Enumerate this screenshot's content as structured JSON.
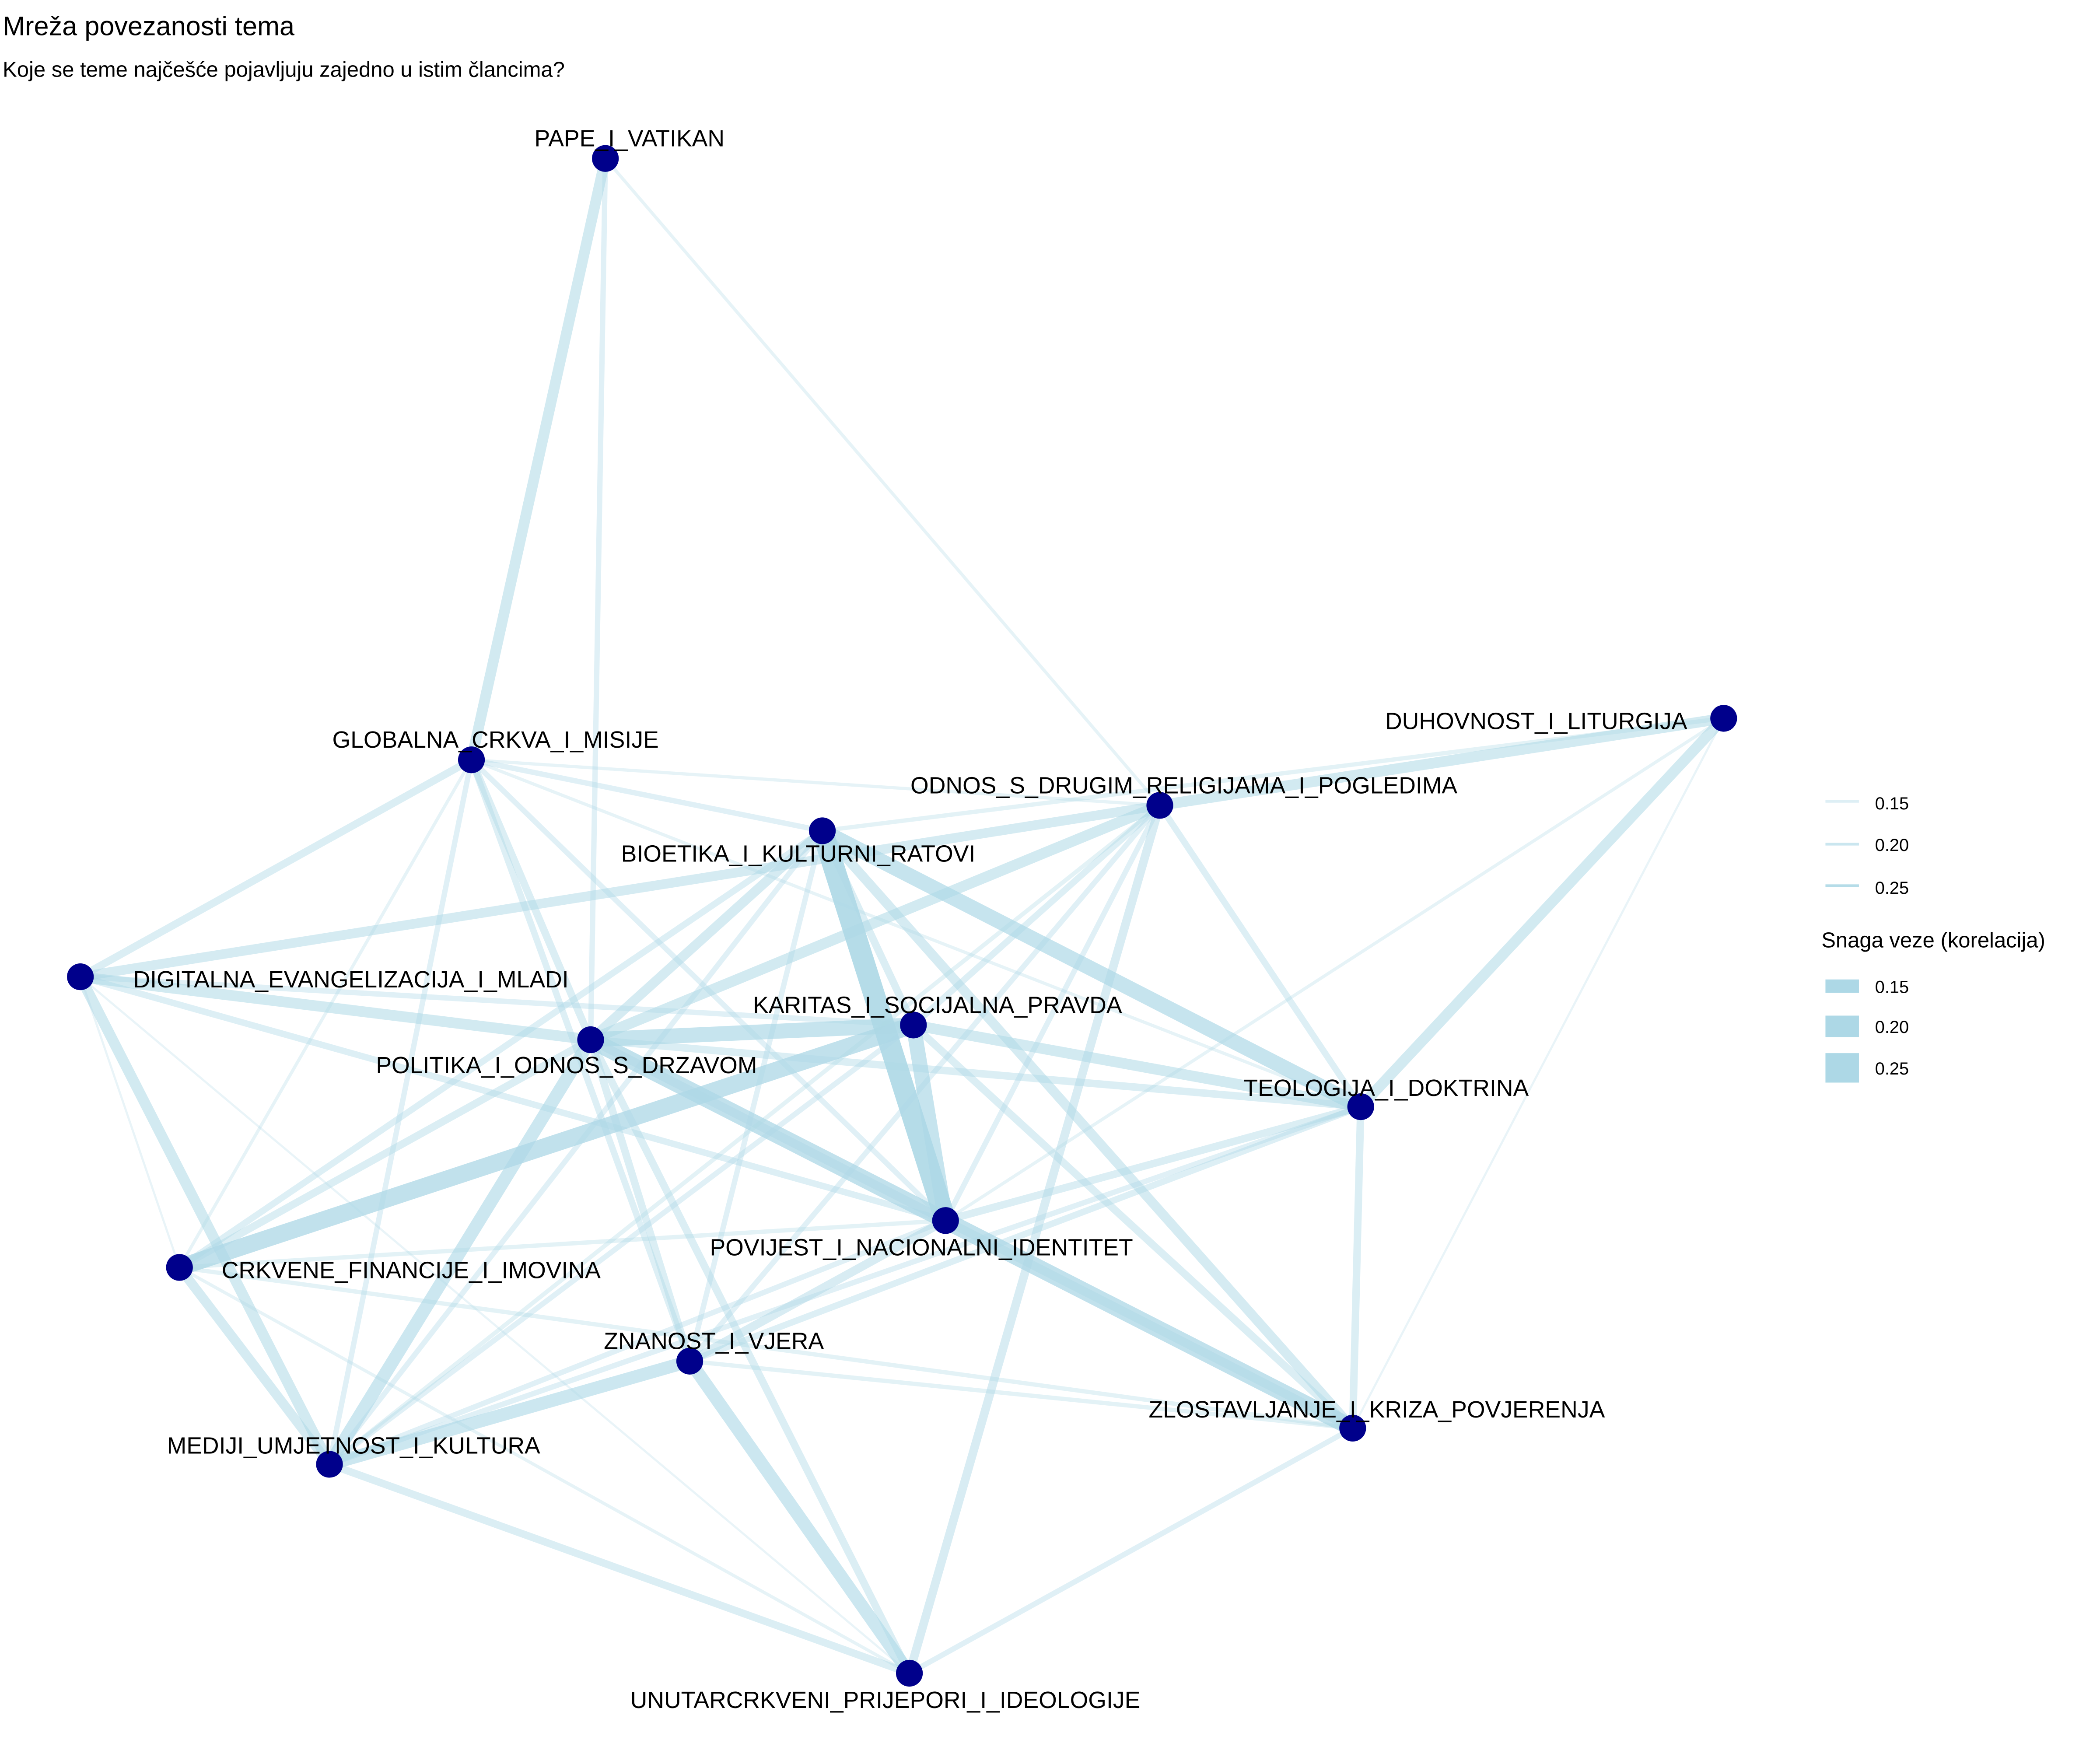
{
  "chart_data": {
    "type": "network",
    "title": "Mreža povezanosti tema",
    "subtitle": "Koje se teme najčešće pojavljuju zajedno u istim člancima?",
    "edge_color": "#ADD8E6",
    "node_color": "#00008B",
    "legend": {
      "title": "Snaga veze (korelacija)",
      "alpha_keys": [
        "0.15",
        "0.20",
        "0.25"
      ],
      "width_keys": [
        "0.15",
        "0.20",
        "0.25"
      ],
      "placement": "right"
    },
    "nodes": [
      "PAPE_I_VATIKAN",
      "GLOBALNA_CRKVA_I_MISIJE",
      "DIGITALNA_EVANGELIZACIJA_I_MLADI",
      "CRKVENE_FINANCIJE_I_IMOVINA",
      "MEDIJI_UMJETNOST_I_KULTURA",
      "ZNANOST_I_VJERA",
      "UNUTARCRKVENI_PRIJEPORI_I_IDEOLOGIJE",
      "POLITIKA_I_ODNOS_S_DRZAVOM",
      "BIOETIKA_I_KULTURNI_RATOVI",
      "KARITAS_I_SOCIJALNA_PRAVDA",
      "POVIJEST_I_NACIONALNI_IDENTITET",
      "ODNOS_S_DRUGIM_RELIGIJAMA_I_POGLEDIMA",
      "DUHOVNOST_I_LITURGIJA",
      "TEOLOGIJA_I_DOKTRINA",
      "ZLOSTAVLJANJE_I_KRIZA_POVJERENJA"
    ],
    "edges": [
      [
        0,
        1,
        0.2
      ],
      [
        0,
        7,
        0.15
      ],
      [
        0,
        11,
        0.13
      ],
      [
        1,
        2,
        0.17
      ],
      [
        1,
        7,
        0.17
      ],
      [
        1,
        5,
        0.16
      ],
      [
        1,
        4,
        0.15
      ],
      [
        1,
        11,
        0.13
      ],
      [
        1,
        8,
        0.15
      ],
      [
        1,
        10,
        0.15
      ],
      [
        1,
        13,
        0.13
      ],
      [
        1,
        3,
        0.13
      ],
      [
        2,
        11,
        0.19
      ],
      [
        2,
        7,
        0.2
      ],
      [
        2,
        4,
        0.2
      ],
      [
        2,
        10,
        0.16
      ],
      [
        2,
        3,
        0.12
      ],
      [
        2,
        9,
        0.15
      ],
      [
        2,
        6,
        0.12
      ],
      [
        7,
        9,
        0.24
      ],
      [
        7,
        10,
        0.26
      ],
      [
        7,
        8,
        0.19
      ],
      [
        7,
        11,
        0.2
      ],
      [
        7,
        4,
        0.22
      ],
      [
        7,
        3,
        0.17
      ],
      [
        7,
        5,
        0.17
      ],
      [
        7,
        6,
        0.17
      ],
      [
        7,
        13,
        0.17
      ],
      [
        7,
        14,
        0.18
      ],
      [
        8,
        10,
        0.3
      ],
      [
        8,
        13,
        0.24
      ],
      [
        8,
        14,
        0.19
      ],
      [
        8,
        9,
        0.17
      ],
      [
        8,
        3,
        0.16
      ],
      [
        8,
        4,
        0.15
      ],
      [
        8,
        5,
        0.15
      ],
      [
        9,
        3,
        0.26
      ],
      [
        9,
        10,
        0.24
      ],
      [
        9,
        13,
        0.2
      ],
      [
        9,
        14,
        0.17
      ],
      [
        9,
        11,
        0.16
      ],
      [
        9,
        4,
        0.15
      ],
      [
        10,
        14,
        0.26
      ],
      [
        10,
        5,
        0.18
      ],
      [
        10,
        13,
        0.17
      ],
      [
        10,
        3,
        0.14
      ],
      [
        10,
        4,
        0.15
      ],
      [
        11,
        12,
        0.2
      ],
      [
        11,
        13,
        0.16
      ],
      [
        11,
        6,
        0.18
      ],
      [
        11,
        5,
        0.15
      ],
      [
        11,
        10,
        0.15
      ],
      [
        11,
        4,
        0.14
      ],
      [
        12,
        13,
        0.2
      ],
      [
        12,
        8,
        0.14
      ],
      [
        12,
        10,
        0.13
      ],
      [
        12,
        14,
        0.12
      ],
      [
        13,
        14,
        0.17
      ],
      [
        13,
        5,
        0.16
      ],
      [
        13,
        4,
        0.15
      ],
      [
        14,
        6,
        0.15
      ],
      [
        14,
        5,
        0.14
      ],
      [
        5,
        4,
        0.22
      ],
      [
        5,
        6,
        0.22
      ],
      [
        4,
        6,
        0.17
      ],
      [
        4,
        3,
        0.19
      ],
      [
        3,
        6,
        0.13
      ],
      [
        3,
        14,
        0.14
      ]
    ]
  }
}
